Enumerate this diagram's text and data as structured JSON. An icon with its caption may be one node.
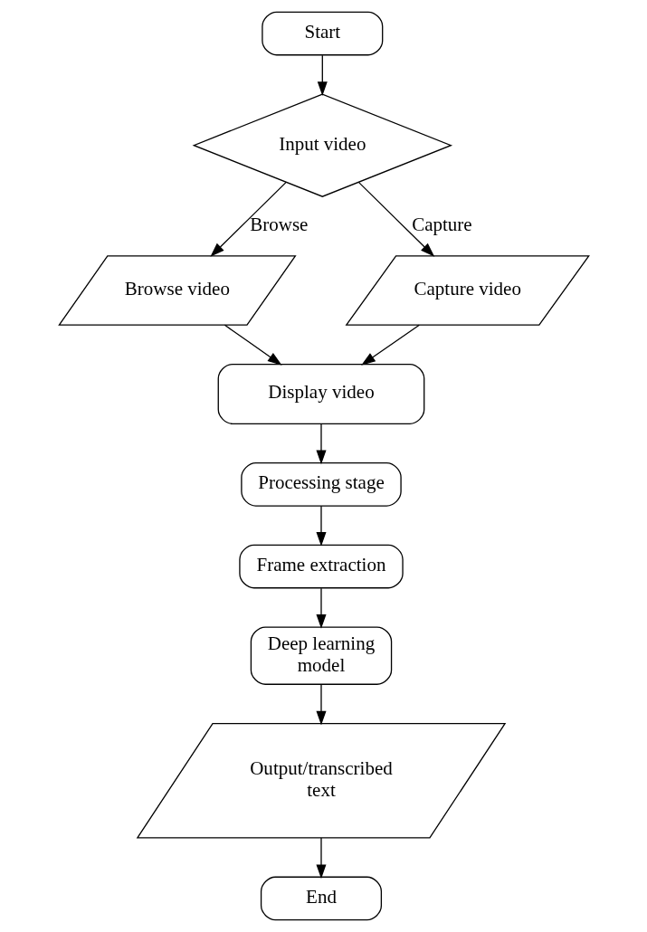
{
  "diagram": {
    "nodes": [
      {
        "text": [
          "Start"
        ]
      },
      {
        "text": [
          "Input video"
        ]
      },
      {
        "text": [
          "Browse video"
        ]
      },
      {
        "text": [
          "Capture video"
        ]
      },
      {
        "text": [
          "Display video"
        ]
      },
      {
        "text": [
          "Processing stage"
        ]
      },
      {
        "text": [
          "Frame extraction"
        ]
      },
      {
        "text": [
          "Deep learning model"
        ]
      },
      {
        "text": [
          "Output/transcribed text"
        ]
      },
      {
        "text": [
          "End"
        ]
      }
    ],
    "edges": [
      {
        "from": 0,
        "to": 1,
        "arrow": "to"
      },
      {
        "from": 1,
        "to": 2,
        "arrow": "to",
        "label": "Browse"
      },
      {
        "from": 1,
        "to": 3,
        "arrow": "to",
        "label": "Capture"
      },
      {
        "from": 2,
        "to": 4,
        "arrow": "to"
      },
      {
        "from": 3,
        "to": 4,
        "arrow": "to"
      },
      {
        "from": 4,
        "to": 5,
        "arrow": "to"
      },
      {
        "from": 5,
        "to": 6,
        "arrow": "to"
      },
      {
        "from": 6,
        "to": 7,
        "arrow": "to"
      },
      {
        "from": 7,
        "to": 8,
        "arrow": "to"
      },
      {
        "from": 8,
        "to": 9,
        "arrow": "to"
      }
    ]
  }
}
